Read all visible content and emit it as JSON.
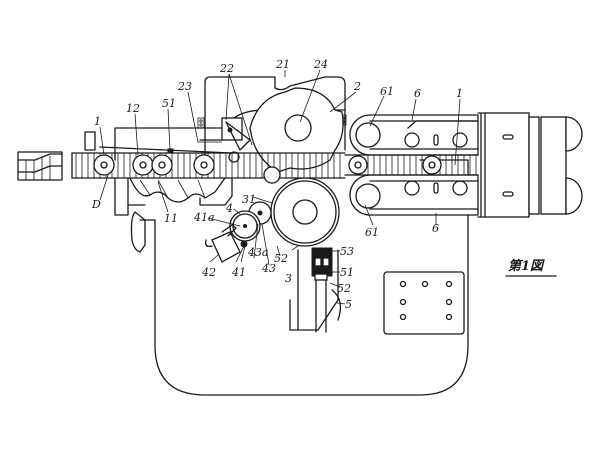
{
  "figure": {
    "type": "patent mechanical drawing",
    "caption": "第1図",
    "caption_meaning": "Fig. 1"
  },
  "labels": {
    "l_1_left": "1",
    "l_12": "12",
    "l_51_top": "51",
    "l_23": "23",
    "l_22": "22",
    "l_21": "21",
    "l_24": "24",
    "l_2": "2",
    "l_61_top": "61",
    "l_6_top": "6",
    "l_1_right": "1",
    "l_D": "D",
    "l_11": "11",
    "l_31": "31",
    "l_4": "4",
    "l_41a": "41a",
    "l_43a": "43a",
    "l_43": "43",
    "l_52_mid": "52",
    "l_53": "53",
    "l_51_bottom": "51",
    "l_52_bottom": "52",
    "l_5": "5",
    "l_3": "3",
    "l_42": "42",
    "l_41": "41",
    "l_61_bottom": "61",
    "l_6_bottom": "6"
  },
  "colors": {
    "ink": "#1a1a1a",
    "paper": "#ffffff"
  }
}
